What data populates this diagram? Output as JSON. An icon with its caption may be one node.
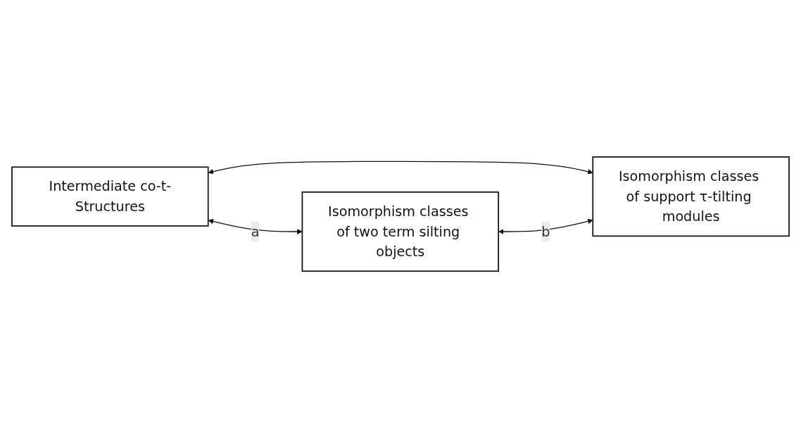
{
  "diagram": {
    "nodes": [
      {
        "text": [
          "Intermediate co-t-Structures"
        ]
      },
      {
        "text": [
          "Isomorphism classes of two term silting objects"
        ]
      },
      {
        "text": [
          "Isomorphism classes of support τ-tilting modules"
        ]
      }
    ],
    "edges": [
      {
        "from": 0,
        "to": 1,
        "arrow": "both",
        "label": "a"
      },
      {
        "from": 0,
        "to": 2,
        "arrow": "both"
      },
      {
        "from": 1,
        "to": 2,
        "arrow": "both",
        "label": "b"
      }
    ]
  }
}
